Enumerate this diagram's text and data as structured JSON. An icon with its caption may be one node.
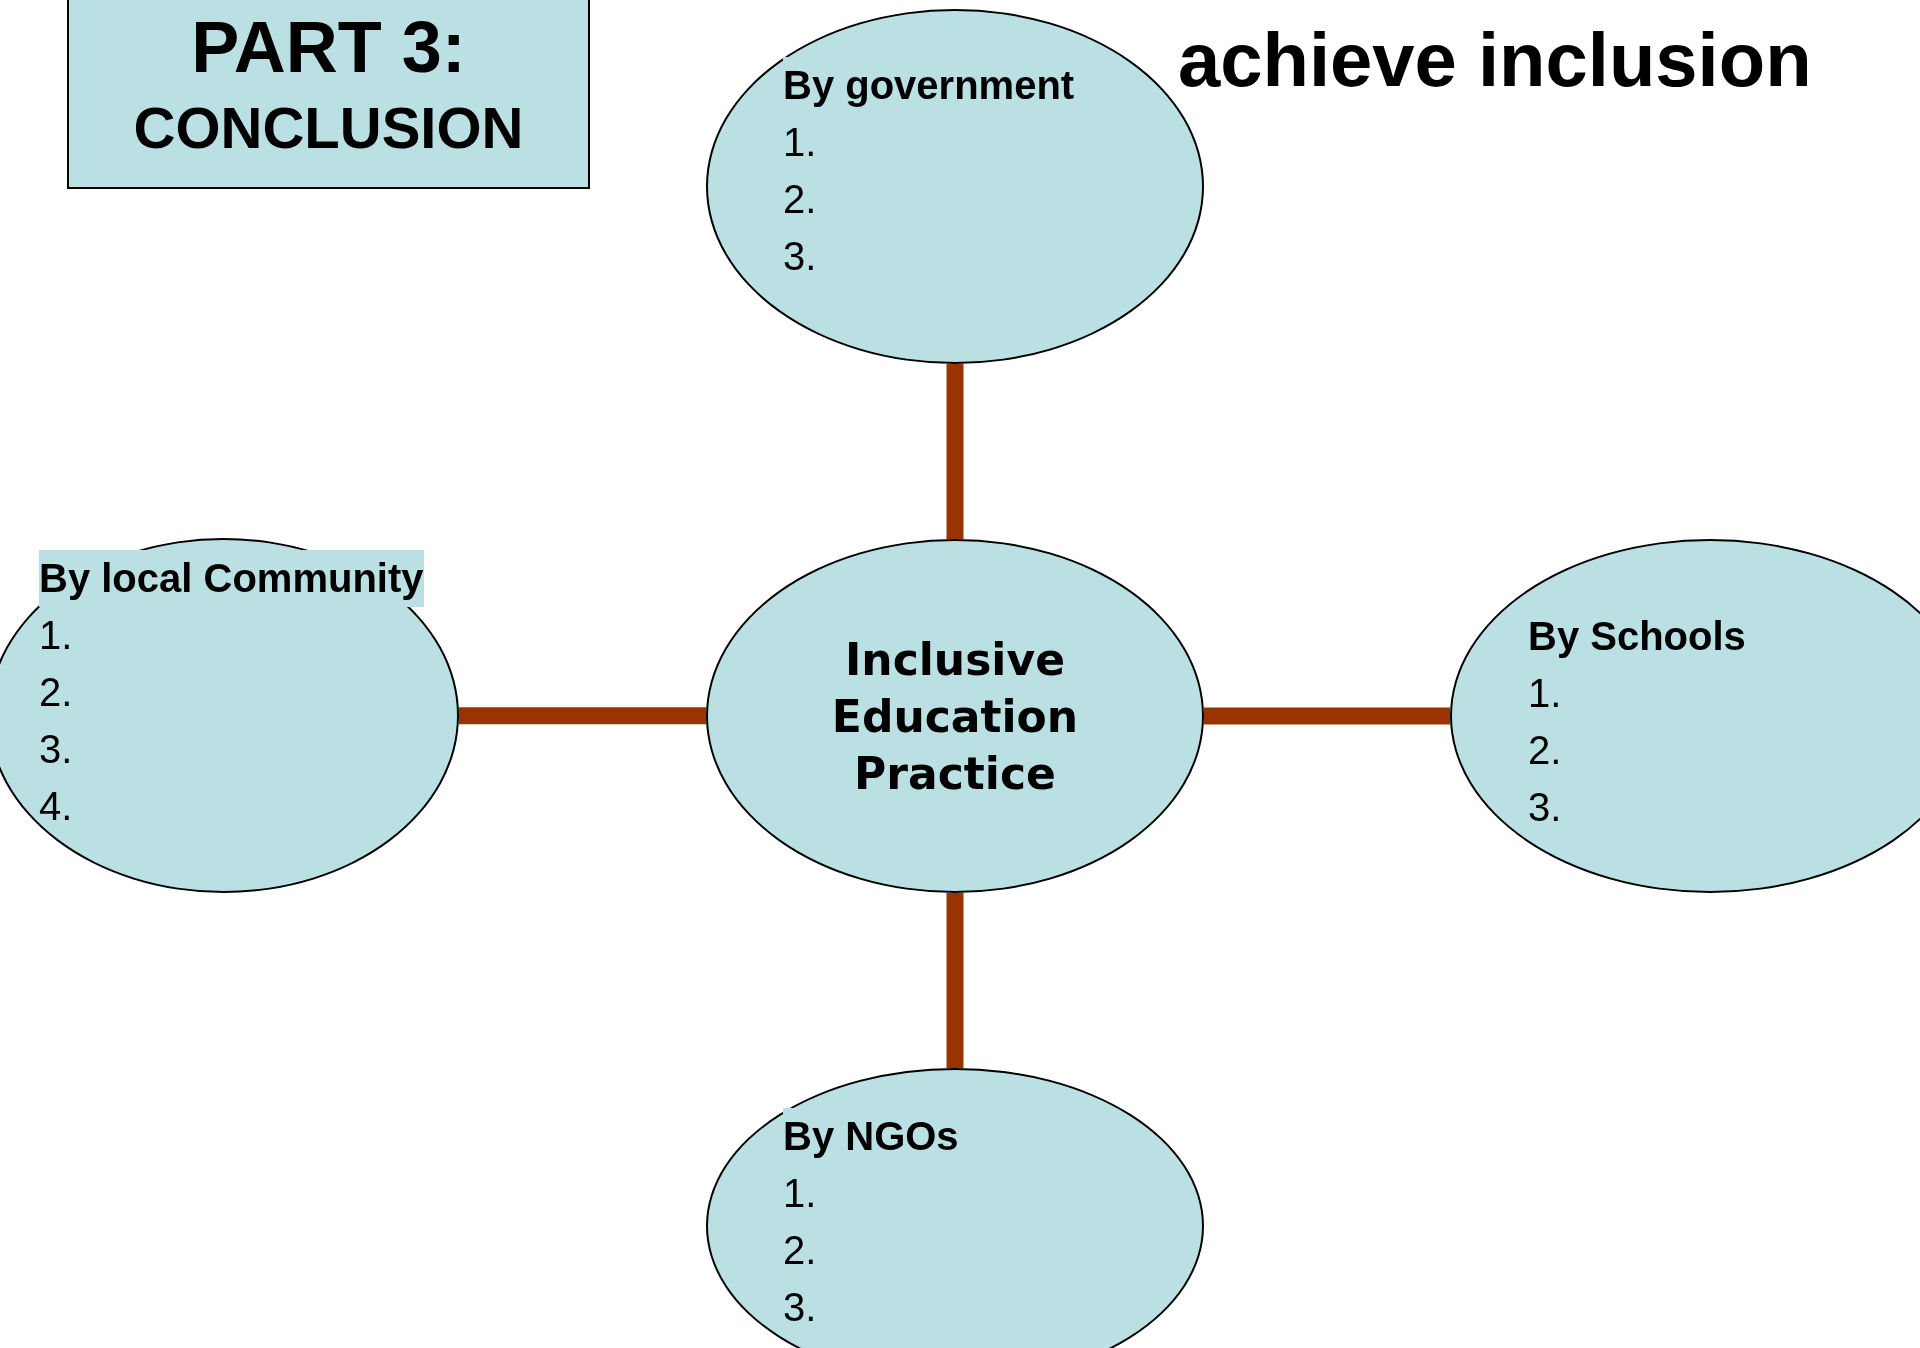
{
  "diagram": {
    "title": "achieve inclusion",
    "nodes": [
      {
        "text": [
          "PART 3:",
          "CONCLUSION"
        ]
      },
      {
        "text": [
          "By government",
          "1.",
          "2.",
          "3."
        ]
      },
      {
        "text": [
          "By local Community",
          "1.",
          "2.",
          "3.",
          "4."
        ]
      },
      {
        "text": [
          "Inclusive Education Practice"
        ]
      },
      {
        "text": [
          "By Schools",
          "1.",
          "2.",
          "3."
        ]
      },
      {
        "text": [
          "By NGOs",
          "1.",
          "2.",
          "3."
        ]
      }
    ],
    "edges": [
      {
        "from": 3,
        "to": 1,
        "arrow": "none"
      },
      {
        "from": 3,
        "to": 2,
        "arrow": "none"
      },
      {
        "from": 3,
        "to": 4,
        "arrow": "none"
      },
      {
        "from": 3,
        "to": 5,
        "arrow": "none"
      }
    ]
  }
}
